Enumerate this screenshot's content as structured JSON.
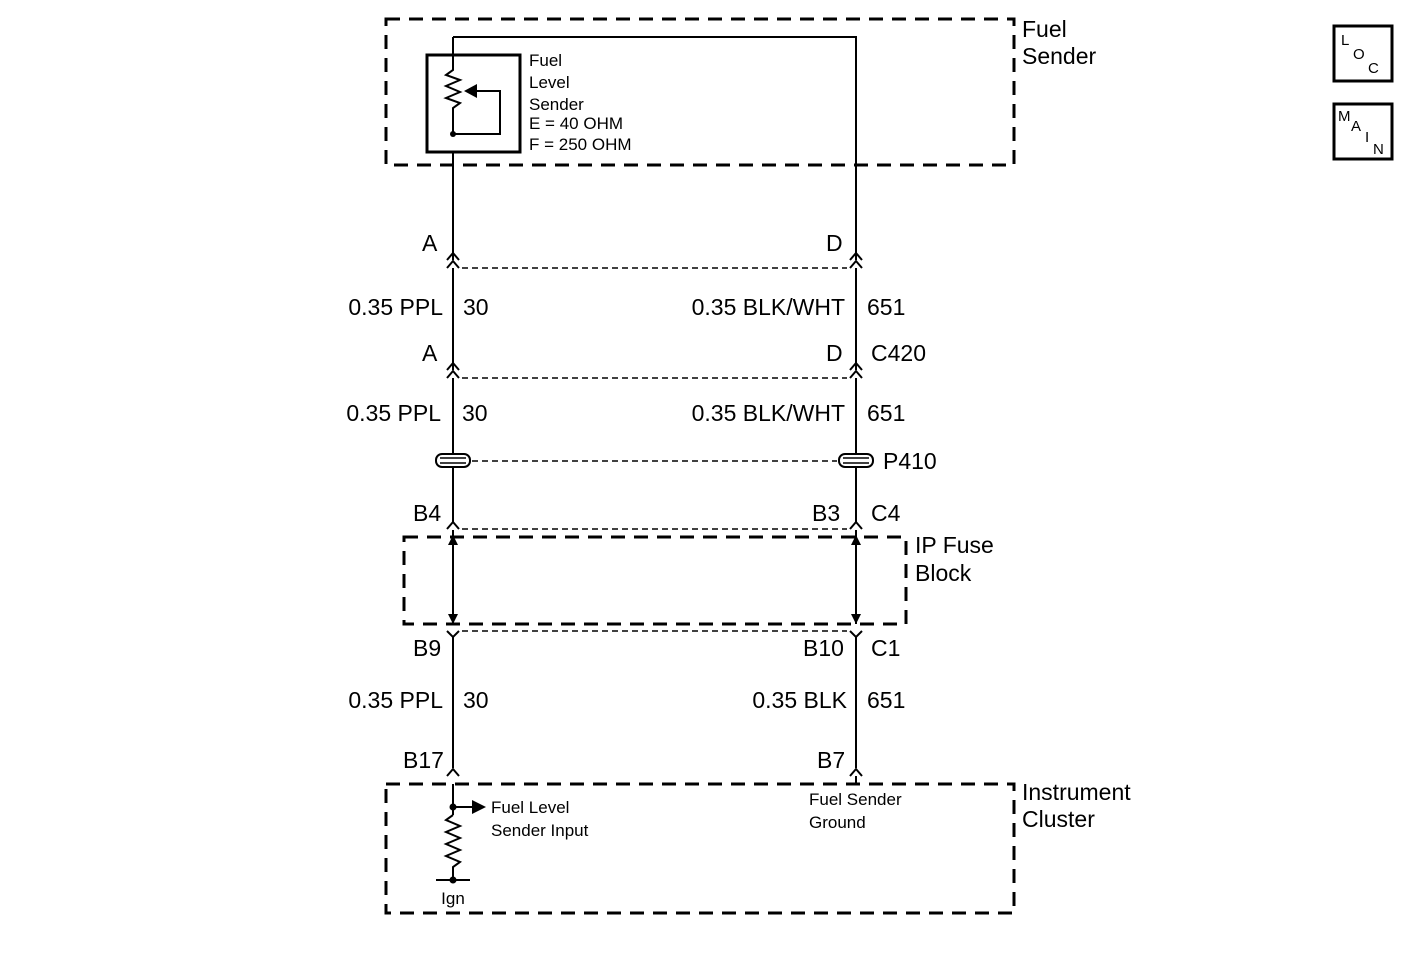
{
  "nav": {
    "loc": {
      "c1": "L",
      "c2": "O",
      "c3": "C"
    },
    "main": {
      "c1": "M",
      "c2": "A",
      "c3": "I",
      "c4": "N"
    }
  },
  "components": {
    "fuel_sender": {
      "line1": "Fuel",
      "line2": "Sender"
    },
    "ip_fuse_block": {
      "line1": "IP Fuse",
      "line2": "Block"
    },
    "instrument_cluster": {
      "line1": "Instrument",
      "line2": "Cluster"
    },
    "fuel_level_sender": {
      "line1": "Fuel",
      "line2": "Level",
      "line3": "Sender",
      "spec_e": "E = 40 OHM",
      "spec_f": "F = 250 OHM"
    },
    "fuel_level_sender_input": {
      "line1": "Fuel Level",
      "line2": "Sender Input"
    },
    "fuel_sender_ground": {
      "line1": "Fuel Sender",
      "line2": "Ground"
    },
    "ign": "Ign"
  },
  "pins": {
    "left_sender": "A",
    "right_sender": "D",
    "left_c420": "A",
    "right_c420": "D",
    "left_fuse_in": "B4",
    "right_fuse_in": "B3",
    "left_fuse_out": "B9",
    "right_fuse_out": "B10",
    "left_cluster": "B17",
    "right_cluster": "B7"
  },
  "connectors": {
    "c420": "C420",
    "p410": "P410",
    "c4": "C4",
    "c1": "C1"
  },
  "wires": {
    "seg1": {
      "left_color": "0.35 PPL",
      "left_circuit": "30",
      "right_color": "0.35 BLK/WHT",
      "right_circuit": "651"
    },
    "seg2": {
      "left_color": "0.35 PPL",
      "left_circuit": "30",
      "right_color": "0.35 BLK/WHT",
      "right_circuit": "651"
    },
    "seg3": {
      "left_color": "0.35 PPL",
      "left_circuit": "30",
      "right_color": "0.35 BLK",
      "right_circuit": "651"
    }
  }
}
